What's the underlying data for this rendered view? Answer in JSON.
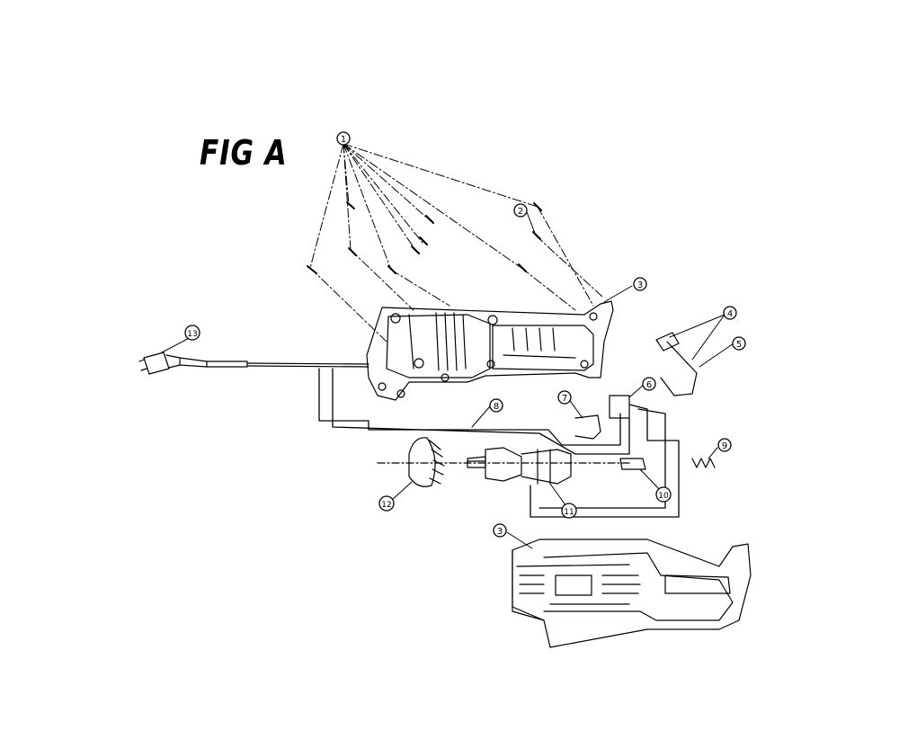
{
  "figure": {
    "title": "FIG A"
  },
  "callouts": [
    {
      "id": "callout-1",
      "label": "1"
    },
    {
      "id": "callout-2",
      "label": "2"
    },
    {
      "id": "callout-3a",
      "label": "3"
    },
    {
      "id": "callout-3b",
      "label": "3"
    },
    {
      "id": "callout-4",
      "label": "4"
    },
    {
      "id": "callout-5",
      "label": "5"
    },
    {
      "id": "callout-6",
      "label": "6"
    },
    {
      "id": "callout-7",
      "label": "7"
    },
    {
      "id": "callout-8",
      "label": "8"
    },
    {
      "id": "callout-9",
      "label": "9"
    },
    {
      "id": "callout-10",
      "label": "10"
    },
    {
      "id": "callout-11",
      "label": "11"
    },
    {
      "id": "callout-12",
      "label": "12"
    },
    {
      "id": "callout-13",
      "label": "13"
    }
  ],
  "colors": {
    "ink": "#000000",
    "paper": "#ffffff"
  }
}
